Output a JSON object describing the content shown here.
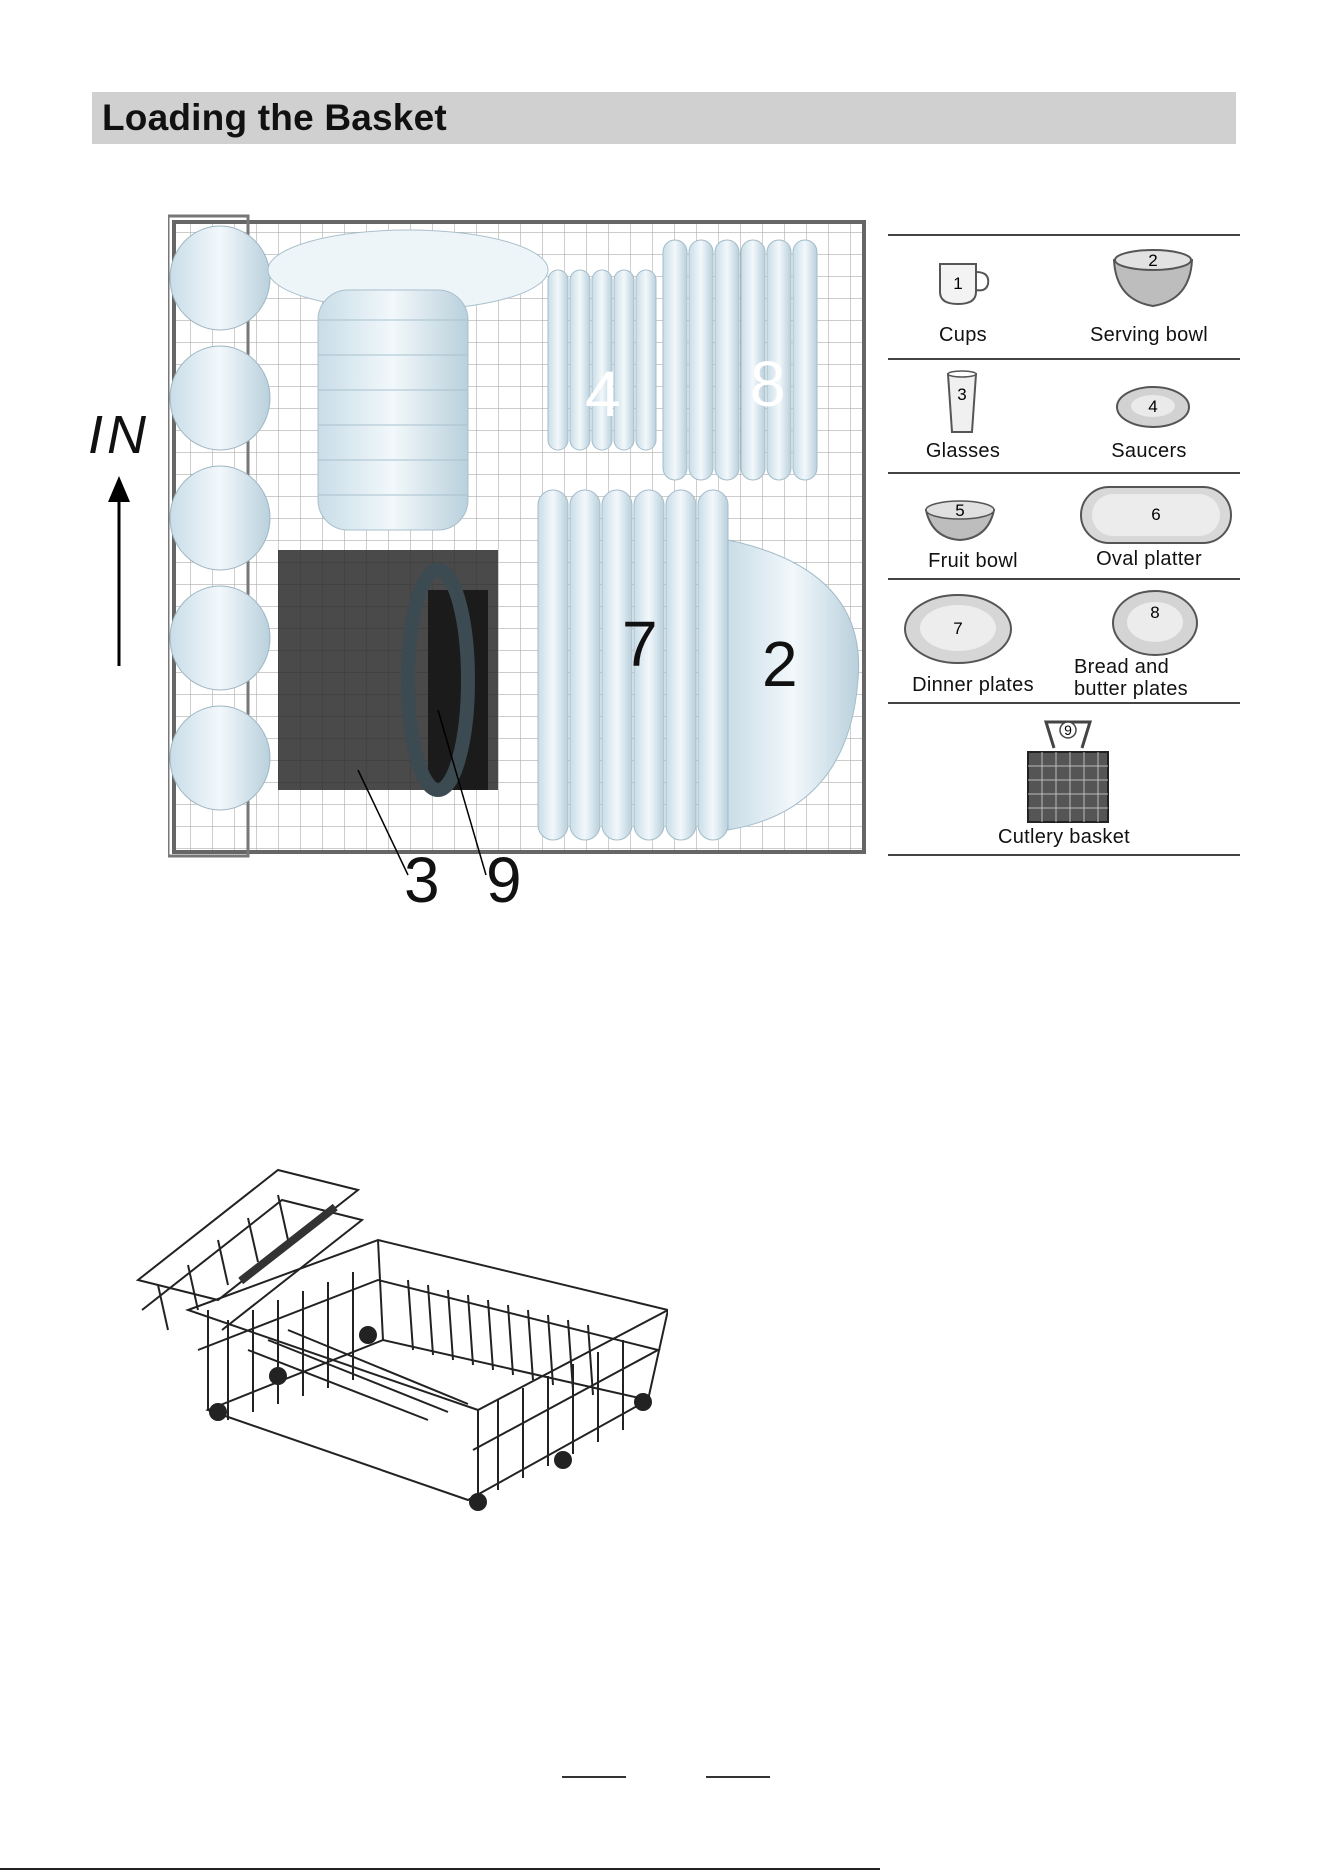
{
  "page": {
    "title": "Loading the Basket",
    "in_label": "IN"
  },
  "photo_callouts": {
    "c3": "3",
    "c9": "9",
    "c4": "4",
    "c8": "8",
    "c7": "7",
    "c2": "2"
  },
  "legend": {
    "row1": {
      "left_num": "1",
      "left_caption": "Cups",
      "right_num": "2",
      "right_caption": "Serving bowl"
    },
    "row2": {
      "left_num": "3",
      "left_caption": "Glasses",
      "right_num": "4",
      "right_caption": "Saucers"
    },
    "row3": {
      "left_num": "5",
      "left_caption": "Fruit bowl",
      "right_num": "6",
      "right_caption": "Oval platter"
    },
    "row4": {
      "left_num": "7",
      "left_caption": "Dinner plates",
      "right_num": "8",
      "right_caption_line1": "Bread and",
      "right_caption_line2": "butter plates"
    },
    "row5": {
      "num": "9",
      "caption": "Cutlery basket"
    }
  },
  "colors": {
    "title_bar": "#d0d0d0",
    "dish": "#e6f1f7",
    "dish_shade": "#b7cfdc",
    "rack": "#5a5a5a"
  }
}
